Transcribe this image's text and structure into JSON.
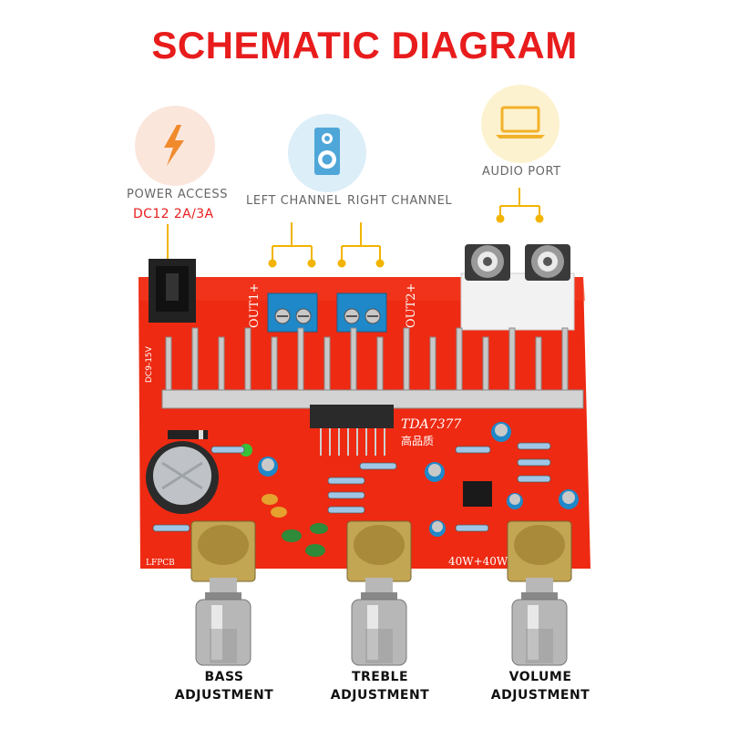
{
  "title": "SCHEMATIC DIAGRAM",
  "power": {
    "label": "POWER ACCESS",
    "spec": "DC12 2A/3A",
    "icon": "lightning-icon",
    "circle_color": "#fbe6dc",
    "icon_color": "#f08a2c"
  },
  "speaker": {
    "icon": "speaker-icon",
    "circle_color": "#dceef8",
    "icon_color": "#4fa6d8",
    "left_label": "LEFT CHANNEL",
    "right_label": "RIGHT CHANNEL"
  },
  "audio": {
    "label": "AUDIO PORT",
    "icon": "laptop-icon",
    "circle_color": "#fdf2cf",
    "icon_color": "#f2b12a"
  },
  "connector_color": "#f2b400",
  "board": {
    "color": "#ee2a12",
    "chip_label": "TDA7377",
    "chip_cn": "高品质",
    "out1": "OUT1+",
    "out2": "OUT2+",
    "power_text": "40W+40W",
    "lfpcb": "LFPCB",
    "dc": "DC9-15V"
  },
  "knobs": {
    "bass": [
      "BASS",
      "ADJUSTMENT"
    ],
    "treble": [
      "TREBLE",
      "ADJUSTMENT"
    ],
    "volume": [
      "VOLUME",
      "ADJUSTMENT"
    ]
  }
}
